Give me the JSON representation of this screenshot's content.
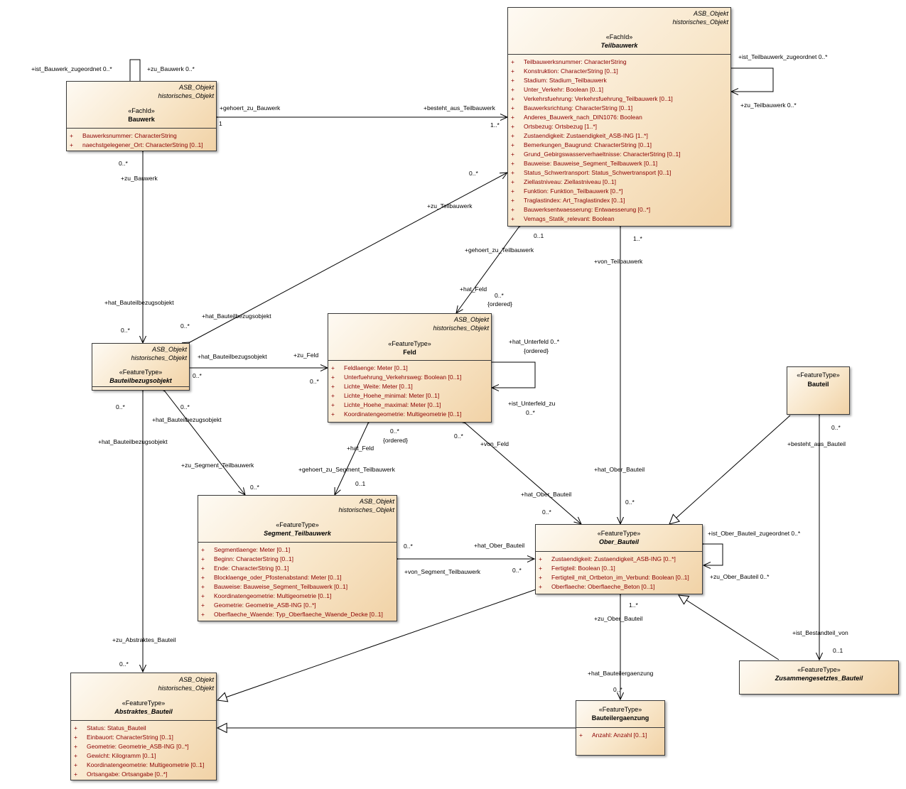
{
  "classes": {
    "teilbauwerk": {
      "tv": [
        "ASB_Objekt",
        "historisches_Objekt"
      ],
      "stereotype": "«FachId»",
      "name": "Teilbauwerk",
      "attrs": [
        "Teilbauwerksnummer: CharacterString",
        "Konstruktion: CharacterString [0..1]",
        "Stadium: Stadium_Teilbauwerk",
        "Unter_Verkehr: Boolean [0..1]",
        "Verkehrsfuehrung: Verkehrsfuehrung_Teilbauwerk [0..1]",
        "Bauwerksrichtung: CharacterString [0..1]",
        "Anderes_Bauwerk_nach_DIN1076: Boolean",
        "Ortsbezug: Ortsbezug [1..*]",
        "Zustaendigkeit: Zustaendigkeit_ASB-ING [1..*]",
        "Bemerkungen_Baugrund: CharacterString [0..1]",
        "Grund_Gebirgswasserverhaeltnisse: CharacterString [0..1]",
        "Bauweise: Bauweise_Segment_Teilbauwerk [0..1]",
        "Status_Schwertransport: Status_Schwertransport [0..1]",
        "Ziellastniveau: Ziellastniveau [0..1]",
        "Funktion: Funktion_Teilbauwerk [0..*]",
        "Traglastindex: Art_Traglastindex [0..1]",
        "Bauwerksentwaesserung: Entwaesserung [0..*]",
        "Vemags_Statik_relevant: Boolean"
      ]
    },
    "bauwerk": {
      "tv": [
        "ASB_Objekt",
        "historisches_Objekt"
      ],
      "stereotype": "«FachId»",
      "name": "Bauwerk",
      "attrs": [
        "Bauwerksnummer: CharacterString",
        "naechstgelegener_Ort: CharacterString [0..1]"
      ]
    },
    "bauteilbezugsobjekt": {
      "tv": [
        "ASB_Objekt",
        "historisches_Objekt"
      ],
      "stereotype": "«FeatureType»",
      "name": "Bauteilbezugsobjekt",
      "attrs": []
    },
    "feld": {
      "tv": [
        "ASB_Objekt",
        "historisches_Objekt"
      ],
      "stereotype": "«FeatureType»",
      "name": "Feld",
      "attrs": [
        "Feldlaenge: Meter [0..1]",
        "Unterfuehrung_Verkehrsweg: Boolean [0..1]",
        "Lichte_Weite: Meter [0..1]",
        "Lichte_Hoehe_minimal: Meter [0..1]",
        "Lichte_Hoehe_maximal: Meter [0..1]",
        "Koordinatengeometrie: Multigeometrie [0..1]"
      ]
    },
    "segment": {
      "tv": [
        "ASB_Objekt",
        "historisches_Objekt"
      ],
      "stereotype": "«FeatureType»",
      "name": "Segment_Teilbauwerk",
      "attrs": [
        "Segmentlaenge: Meter [0..1]",
        "Beginn: CharacterString [0..1]",
        "Ende: CharacterString [0..1]",
        "Blocklaenge_oder_Pfostenabstand: Meter [0..1]",
        "Bauweise: Bauweise_Segment_Teilbauwerk [0..1]",
        "Koordinatengeometrie: Multigeometrie [0..1]",
        "Geometrie: Geometrie_ASB-ING [0..*]",
        "Oberflaeche_Waende: Typ_Oberflaeche_Waende_Decke [0..1]"
      ]
    },
    "bauteil": {
      "stereotype": "«FeatureType»",
      "name": "Bauteil"
    },
    "oberbauteil": {
      "stereotype": "«FeatureType»",
      "name": "Ober_Bauteil",
      "attrs": [
        "Zustaendigkeit: Zustaendigkeit_ASB-ING [0..*]",
        "Fertigteil: Boolean [0..1]",
        "Fertigteil_mit_Ortbeton_im_Verbund: Boolean [0..1]",
        "Oberflaeche: Oberflaeche_Beton [0..1]"
      ]
    },
    "zusammengesetzt": {
      "stereotype": "«FeatureType»",
      "name": "Zusammengesetztes_Bauteil"
    },
    "abstrakt": {
      "tv": [
        "ASB_Objekt",
        "historisches_Objekt"
      ],
      "stereotype": "«FeatureType»",
      "name": "Abstraktes_Bauteil",
      "attrs": [
        "Status: Status_Bauteil",
        "Einbauort: CharacterString [0..1]",
        "Geometrie: Geometrie_ASB-ING [0..*]",
        "Gewicht: Kilogramm [0..1]",
        "Koordinatengeometrie: Multigeometrie [0..1]",
        "Ortsangabe: Ortsangabe [0..*]"
      ]
    },
    "bauteilergaenzung": {
      "stereotype": "«FeatureType»",
      "name": "Bauteilergaenzung",
      "attrs": [
        "Anzahl: Anzahl [0..1]"
      ]
    }
  },
  "visibility_symbol": "+",
  "labels": {
    "l_ist_bauwerk_zugeordnet": "+ist_Bauwerk_zugeordnet 0..*",
    "l_zu_bauwerk_top": "+zu_Bauwerk 0..*",
    "l_gehoert_zu_bauwerk": "+gehoert_zu_Bauwerk",
    "l_one_bauwerk": "1",
    "l_besteht_aus_teilbauwerk": "+besteht_aus_Teilbauwerk",
    "l_1star_tb": "1..*",
    "l_ist_teilbauwerk_zugeordnet": "+ist_Teilbauwerk_zugeordnet 0..*",
    "l_zu_teilbauwerk_self": "+zu_Teilbauwerk 0..*",
    "l_0star_bw": "0..*",
    "l_zu_bauwerk": "+zu_Bauwerk",
    "l_0star_tb2": "0..*",
    "l_zu_teilbauwerk": "+zu_Teilbauwerk",
    "l_01_tb": "0..1",
    "l_1star_tb2": "1..*",
    "l_gehoert_zu_teilbauwerk": "+gehoert_zu_Teilbauwerk",
    "l_von_teilbauwerk": "+von_Teilbauwerk",
    "l_hat_feld": "+hat_Feld",
    "l_0star_feld": "0..*",
    "l_ordered_feld": "{ordered}",
    "l_hat_bbo_left": "+hat_Bauteilbezugsobjekt",
    "l_hat_bbo_diag": "+hat_Bauteilbezugsobjekt",
    "l_0star_bbo_a": "0..*",
    "l_0star_bbo_b": "0..*",
    "l_hat_bbo_feld": "+hat_Bauteilbezugsobjekt",
    "l_zu_feld": "+zu_Feld",
    "l_0star_bbo_c": "0..*",
    "l_0star_feld2": "0..*",
    "l_hat_unterfeld": "+hat_Unterfeld 0..*",
    "l_ordered_unterfeld": "{ordered}",
    "l_ist_unterfeld_zu": "+ist_Unterfeld_zu",
    "l_0star_unterfeld": "0..*",
    "l_0star_bbo_d": "0..*",
    "l_0star_bbo_e": "0..*",
    "l_hat_bbo_seg": "+hat_Bauteilbezugsobjekt",
    "l_hat_bbo_abs": "+hat_Bauteilbezugsobjekt",
    "l_zu_segment_tb": "+zu_Segment_Teilbauwerk",
    "l_0star_seg": "0..*",
    "l_0star_feld3": "0..*",
    "l_ordered_feld3": "{ordered}",
    "l_hat_feld2": "+hat_Feld",
    "l_gehoert_zu_segment": "+gehoert_zu_Segment_Teilbauwerk",
    "l_01_seg": "0..1",
    "l_0star_feld4": "0..*",
    "l_von_feld": "+von_Feld",
    "l_hat_ober_bauteil_feld": "+hat_Ober_Bauteil",
    "l_0star_ob_a": "0..*",
    "l_hat_ober_bauteil_tb": "+hat_Ober_Bauteil",
    "l_0star_ob_b": "0..*",
    "l_0star_bauteil": "0..*",
    "l_besteht_aus_bauteil": "+besteht_aus_Bauteil",
    "l_0star_seg2": "0..*",
    "l_hat_ober_bauteil_seg": "+hat_Ober_Bauteil",
    "l_von_segment_tb": "+von_Segment_Teilbauwerk",
    "l_0star_ob_c": "0..*",
    "l_ist_ob_zugeordnet": "+ist_Ober_Bauteil_zugeordnet 0..*",
    "l_zu_ober_bauteil_self": "+zu_Ober_Bauteil 0..*",
    "l_1star_ob": "1..*",
    "l_zu_ober_bauteil": "+zu_Ober_Bauteil",
    "l_zu_abstraktes": "+zu_Abstraktes_Bauteil",
    "l_0star_abs": "0..*",
    "l_ist_bestandteil_von": "+ist_Bestandteil_von",
    "l_01_zus": "0..1",
    "l_hat_bauteilergaenzung": "+hat_Bauteilergaenzung",
    "l_0star_be": "0..*"
  }
}
